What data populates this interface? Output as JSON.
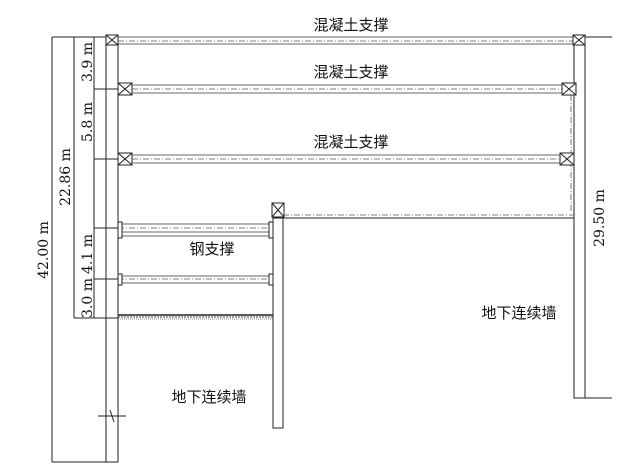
{
  "labels": {
    "concrete_strut_1": "混凝土支撑",
    "concrete_strut_2": "混凝土支撑",
    "concrete_strut_3": "混凝土支撑",
    "steel_strut": "钢支撑",
    "diaphragm_wall_right": "地下连续墙",
    "diaphragm_wall_left": "地下连续墙"
  },
  "dimensions": {
    "total_depth": "42.00 m",
    "excavation_depth": "22.86 m",
    "spacing_1": "3.9 m",
    "spacing_2": "5.8 m",
    "spacing_3": "4.1 m",
    "spacing_4": "3.0 m",
    "right_wall_depth": "29.50 m"
  }
}
